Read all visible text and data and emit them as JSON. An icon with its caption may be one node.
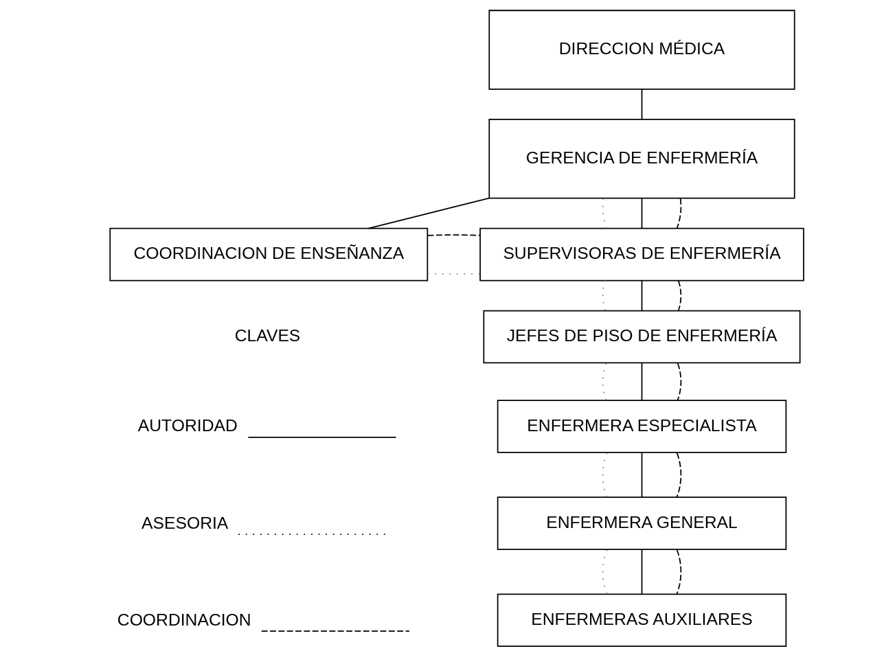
{
  "diagram": {
    "nodes": [
      {
        "text": [
          "DIRECCION MÉDICA"
        ]
      },
      {
        "text": [
          "GERENCIA DE ENFERMERÍA"
        ]
      },
      {
        "text": [
          "COORDINACION DE ENSEÑANZA"
        ]
      },
      {
        "text": [
          "SUPERVISORAS DE ENFERMERÍA"
        ]
      },
      {
        "text": [
          "JEFES DE PISO DE ENFERMERÍA"
        ]
      },
      {
        "text": [
          "ENFERMERA ESPECIALISTA"
        ]
      },
      {
        "text": [
          "ENFERMERA GENERAL"
        ]
      },
      {
        "text": [
          "ENFERMERAS AUXILIARES"
        ]
      }
    ],
    "edges": [
      {
        "from": 0,
        "to": 1,
        "arrow": "none"
      },
      {
        "from": 1,
        "to": 2,
        "arrow": "none"
      },
      {
        "from": 1,
        "to": 3,
        "arrow": "none",
        "style": "dashed",
        "color": "#808080"
      },
      {
        "from": 1,
        "to": 3,
        "arrow": "none"
      },
      {
        "from": 1,
        "to": 3,
        "arrow": "none",
        "style": "dashed"
      },
      {
        "from": 2,
        "to": 3,
        "arrow": "none",
        "style": "dashed",
        "color": "#808080"
      },
      {
        "from": 2,
        "to": 3,
        "arrow": "none",
        "style": "dashed"
      },
      {
        "from": 3,
        "to": 4,
        "arrow": "none",
        "style": "dashed",
        "color": "#808080"
      },
      {
        "from": 3,
        "to": 4,
        "arrow": "none"
      },
      {
        "from": 3,
        "to": 4,
        "arrow": "none",
        "style": "dashed"
      },
      {
        "from": 4,
        "to": 5,
        "arrow": "none",
        "style": "dashed",
        "color": "#808080"
      },
      {
        "from": 4,
        "to": 5,
        "arrow": "none"
      },
      {
        "from": 4,
        "to": 5,
        "arrow": "none",
        "style": "dashed"
      },
      {
        "from": 5,
        "to": 6,
        "arrow": "none",
        "style": "dashed",
        "color": "#808080"
      },
      {
        "from": 5,
        "to": 6,
        "arrow": "none"
      },
      {
        "from": 5,
        "to": 6,
        "arrow": "none",
        "style": "dashed"
      },
      {
        "from": 6,
        "to": 7,
        "arrow": "none",
        "style": "dashed",
        "color": "#808080"
      },
      {
        "from": 6,
        "to": 7,
        "arrow": "none"
      },
      {
        "from": 6,
        "to": 7,
        "arrow": "none",
        "style": "dashed"
      }
    ],
    "labels": [
      "CLAVES"
    ],
    "legend": [
      {
        "text": "AUTORIDAD"
      },
      {
        "text": "ASESORIA"
      },
      {
        "text": "COORDINACION"
      }
    ]
  }
}
